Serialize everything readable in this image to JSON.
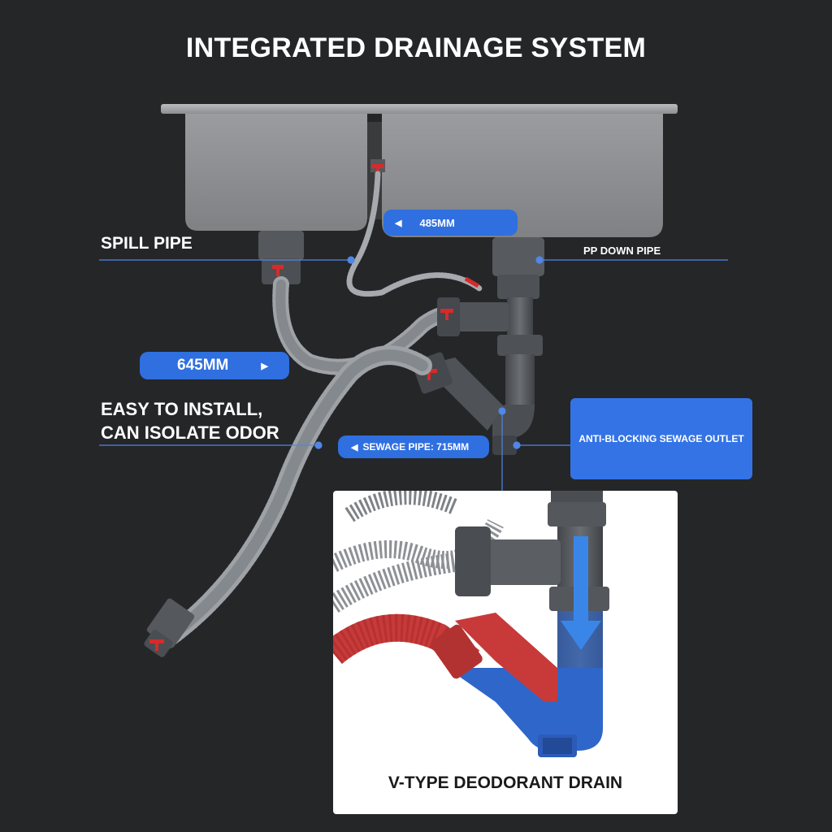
{
  "title": "INTEGRATED DRAINAGE SYSTEM",
  "labels": {
    "spill_pipe": "SPILL PIPE",
    "pp_down_pipe": "PP DOWN PIPE",
    "easy_line1": "EASY TO INSTALL,",
    "easy_line2": "CAN ISOLATE ODOR"
  },
  "badges": {
    "len_485": "485MM",
    "len_645": "645MM",
    "sewage_pipe": "SEWAGE PIPE: 715MM",
    "anti_blocking": "ANTI-BLOCKING SEWAGE OUTLET"
  },
  "inset": {
    "caption": "V-TYPE DEODORANT DRAIN"
  },
  "arrows": {
    "left": "◀",
    "right": "▶"
  },
  "colors": {
    "background": "#252628",
    "accent_blue": "#2f6fe0",
    "pipe_gray": "#5e6166",
    "hose_red": "#c83a3a",
    "water_blue": "#2f66c9",
    "sink_steel": "#8b8d90"
  }
}
